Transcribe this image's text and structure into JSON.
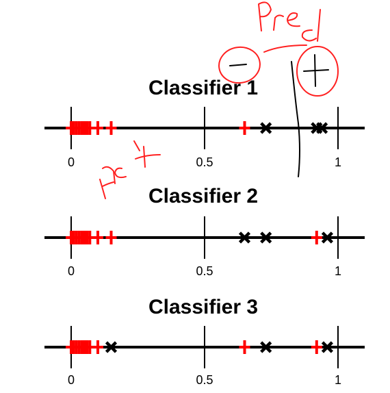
{
  "panels": [
    {
      "title": "Classifier 1",
      "tick_labels": [
        "0",
        "0.5",
        "1"
      ],
      "ticks": [
        0,
        0.5,
        1
      ],
      "red_plus": [
        0.0,
        0.01,
        0.02,
        0.03,
        0.04,
        0.05,
        0.06,
        0.07,
        0.1,
        0.15,
        0.65
      ],
      "black_x": [
        0.73,
        0.92,
        0.94
      ]
    },
    {
      "title": "Classifier 2",
      "tick_labels": [
        "0",
        "0.5",
        "1"
      ],
      "ticks": [
        0,
        0.5,
        1
      ],
      "red_plus": [
        0.0,
        0.01,
        0.02,
        0.03,
        0.04,
        0.05,
        0.06,
        0.07,
        0.1,
        0.15,
        0.92
      ],
      "black_x": [
        0.65,
        0.73,
        0.96
      ]
    },
    {
      "title": "Classifier 3",
      "tick_labels": [
        "0",
        "0.5",
        "1"
      ],
      "ticks": [
        0,
        0.5,
        1
      ],
      "red_plus": [
        0.0,
        0.01,
        0.02,
        0.03,
        0.04,
        0.05,
        0.06,
        0.07,
        0.1,
        0.65,
        0.92
      ],
      "black_x": [
        0.15,
        0.73,
        0.96
      ]
    }
  ],
  "annotations": {
    "pred_label": "Pred",
    "actual_label": "Act",
    "negative_symbol": "−",
    "positive_symbol": "+"
  },
  "colors": {
    "positive": "#ff0000",
    "negative": "#000000",
    "annotation_ink": "#ff2020"
  }
}
